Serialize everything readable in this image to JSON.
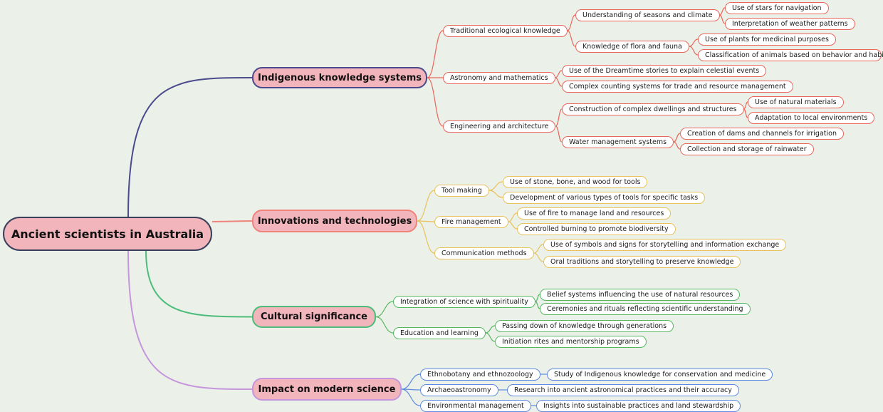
{
  "root": "Ancient scientists in Australia",
  "colors": {
    "background": "#ebf0e8",
    "node_fill": "#f1b5bb",
    "branch_colors": [
      "#4a4a8c",
      "#f0837a",
      "#4cbd7a",
      "#c596dc"
    ],
    "leaf_border_colors": [
      "#e8665b",
      "#e8c25a",
      "#55b860",
      "#5b8ae0"
    ]
  },
  "branches": [
    {
      "label": "Indigenous knowledge systems",
      "children": [
        {
          "label": "Traditional ecological knowledge",
          "children": [
            {
              "label": "Understanding of seasons and climate",
              "children": [
                "Use of stars for navigation",
                "Interpretation of weather patterns"
              ]
            },
            {
              "label": "Knowledge of flora and fauna",
              "children": [
                "Use of plants for medicinal purposes",
                "Classification of animals based on behavior and habitat"
              ]
            }
          ]
        },
        {
          "label": "Astronomy and mathematics",
          "children": [
            {
              "label": "Use of the Dreamtime stories to explain celestial events",
              "children": []
            },
            {
              "label": "Complex counting systems for trade and resource management",
              "children": []
            }
          ]
        },
        {
          "label": "Engineering and architecture",
          "children": [
            {
              "label": "Construction of complex dwellings and structures",
              "children": [
                "Use of natural materials",
                "Adaptation to local environments"
              ]
            },
            {
              "label": "Water management systems",
              "children": [
                "Creation of dams and channels for irrigation",
                "Collection and storage of rainwater"
              ]
            }
          ]
        }
      ]
    },
    {
      "label": "Innovations and technologies",
      "children": [
        {
          "label": "Tool making",
          "children": [
            {
              "label": "Use of stone, bone, and wood for tools",
              "children": []
            },
            {
              "label": "Development of various types of tools for specific tasks",
              "children": []
            }
          ]
        },
        {
          "label": "Fire management",
          "children": [
            {
              "label": "Use of fire to manage land and resources",
              "children": []
            },
            {
              "label": "Controlled burning to promote biodiversity",
              "children": []
            }
          ]
        },
        {
          "label": "Communication methods",
          "children": [
            {
              "label": "Use of symbols and signs for storytelling and information exchange",
              "children": []
            },
            {
              "label": "Oral traditions and storytelling to preserve knowledge",
              "children": []
            }
          ]
        }
      ]
    },
    {
      "label": "Cultural significance",
      "children": [
        {
          "label": "Integration of science with spirituality",
          "children": [
            {
              "label": "Belief systems influencing the use of natural resources",
              "children": []
            },
            {
              "label": "Ceremonies and rituals reflecting scientific understanding",
              "children": []
            }
          ]
        },
        {
          "label": "Education and learning",
          "children": [
            {
              "label": "Passing down of knowledge through generations",
              "children": []
            },
            {
              "label": "Initiation rites and mentorship programs",
              "children": []
            }
          ]
        }
      ]
    },
    {
      "label": "Impact on modern science",
      "children": [
        {
          "label": "Ethnobotany and ethnozoology",
          "children": [
            {
              "label": "Study of Indigenous knowledge for conservation and medicine",
              "children": []
            }
          ]
        },
        {
          "label": "Archaeoastronomy",
          "children": [
            {
              "label": "Research into ancient astronomical practices and their accuracy",
              "children": []
            }
          ]
        },
        {
          "label": "Environmental management",
          "children": [
            {
              "label": "Insights into sustainable practices and land stewardship",
              "children": []
            }
          ]
        }
      ]
    }
  ]
}
